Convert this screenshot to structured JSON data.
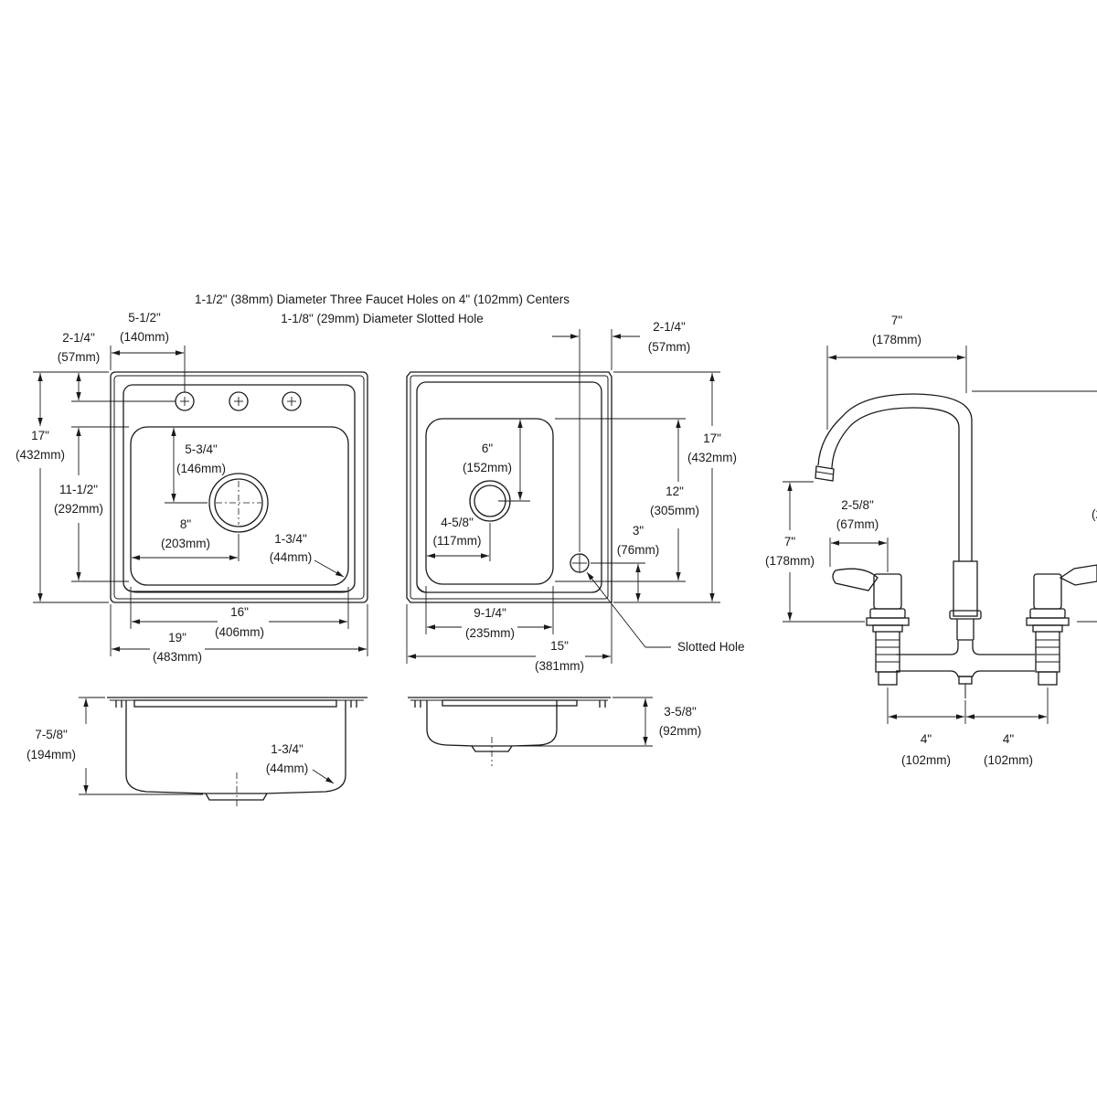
{
  "notes": {
    "line1": "1-1/2\" (38mm) Diameter Three Faucet Holes on 4\" (102mm) Centers",
    "line2": "1-1/8\" (29mm) Diameter Slotted Hole"
  },
  "top_view": {
    "hole_spacing": {
      "in": "5-1/2\"",
      "mm": "(140mm)"
    },
    "hole_offset": {
      "in": "2-1/4\"",
      "mm": "(57mm)"
    },
    "overall_depth": {
      "in": "17\"",
      "mm": "(432mm)"
    },
    "bowl_depth": {
      "in": "11-1/2\"",
      "mm": "(292mm)"
    },
    "drain_to_back": {
      "in": "5-3/4\"",
      "mm": "(146mm)"
    },
    "drain_to_side": {
      "in": "8\"",
      "mm": "(203mm)"
    },
    "corner_radius": {
      "in": "1-3/4\"",
      "mm": "(44mm)"
    },
    "bowl_width": {
      "in": "16\"",
      "mm": "(406mm)"
    },
    "overall_width": {
      "in": "19\"",
      "mm": "(483mm)"
    }
  },
  "top_view_b": {
    "hole_offset": {
      "in": "2-1/4\"",
      "mm": "(57mm)"
    },
    "overall_depth": {
      "in": "17\"",
      "mm": "(432mm)"
    },
    "bowl_depth": {
      "in": "12\"",
      "mm": "(305mm)"
    },
    "drain_to_back": {
      "in": "6\"",
      "mm": "(152mm)"
    },
    "drain_to_side": {
      "in": "4-5/8\"",
      "mm": "(117mm)"
    },
    "slot_to_front": {
      "in": "3\"",
      "mm": "(76mm)"
    },
    "bowl_width": {
      "in": "9-1/4\"",
      "mm": "(235mm)"
    },
    "overall_width": {
      "in": "15\"",
      "mm": "(381mm)"
    },
    "slotted_hole_label": "Slotted Hole"
  },
  "side_view": {
    "depth": {
      "in": "7-5/8\"",
      "mm": "(194mm)"
    },
    "corner_radius": {
      "in": "1-3/4\"",
      "mm": "(44mm)"
    }
  },
  "side_view_b": {
    "depth": {
      "in": "3-5/8\"",
      "mm": "(92mm)"
    }
  },
  "faucet": {
    "spout_reach": {
      "in": "7\"",
      "mm": "(178mm)"
    },
    "spout_height": {
      "in": "7\"",
      "mm": "(178mm)"
    },
    "handle_length": {
      "in": "2-5/8\"",
      "mm": "(67mm)"
    },
    "center_left": {
      "in": "4\"",
      "mm": "(102mm)"
    },
    "center_right": {
      "in": "4\"",
      "mm": "(102mm)"
    },
    "cut_label": "(2"
  }
}
